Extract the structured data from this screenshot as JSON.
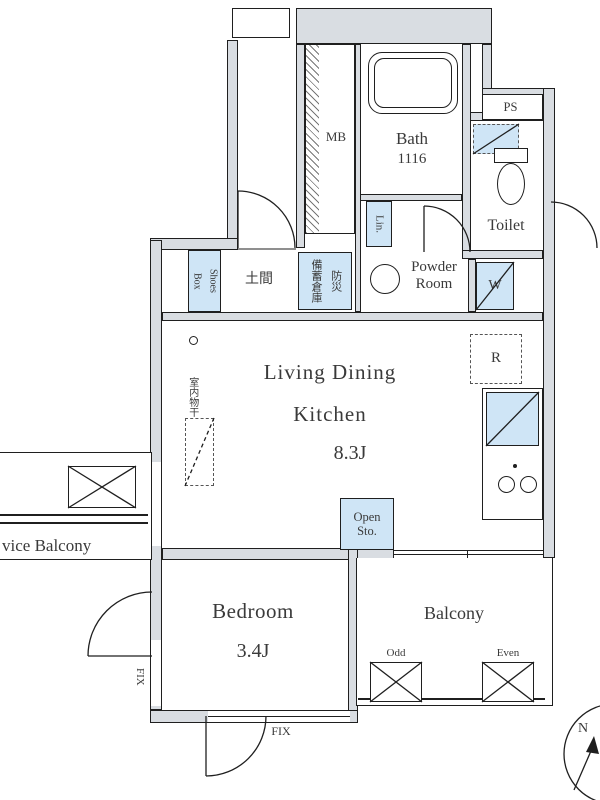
{
  "theme": {
    "wall": "#d9dde2",
    "blue": "#cfe5f6",
    "line": "#1f1f1f",
    "text": "#3a3a3a"
  },
  "labels": {
    "mb": "MB",
    "ps": "PS",
    "bath_name": "Bath",
    "bath_size": "1116",
    "toilet": "Toilet",
    "linen": "Lin.",
    "powder": "Powder\nRoom",
    "washer": "W",
    "doma": "土間",
    "shoes_box": "Shoes\nBox",
    "disaster_storage": "防災\n備蓄倉庫",
    "living_dining": "Living Dining",
    "kitchen": "Kitchen",
    "ldk_size": "8.3J",
    "indoor_drying": "室内物干",
    "fridge": "R",
    "open_storage": "Open\nSto.",
    "bedroom": "Bedroom",
    "bedroom_size": "3.4J",
    "balcony": "Balcony",
    "odd": "Odd",
    "even": "Even",
    "service_balcony": "vice Balcony",
    "fix_left": "FIX",
    "fix_bottom": "FIX",
    "compass_n": "N"
  }
}
